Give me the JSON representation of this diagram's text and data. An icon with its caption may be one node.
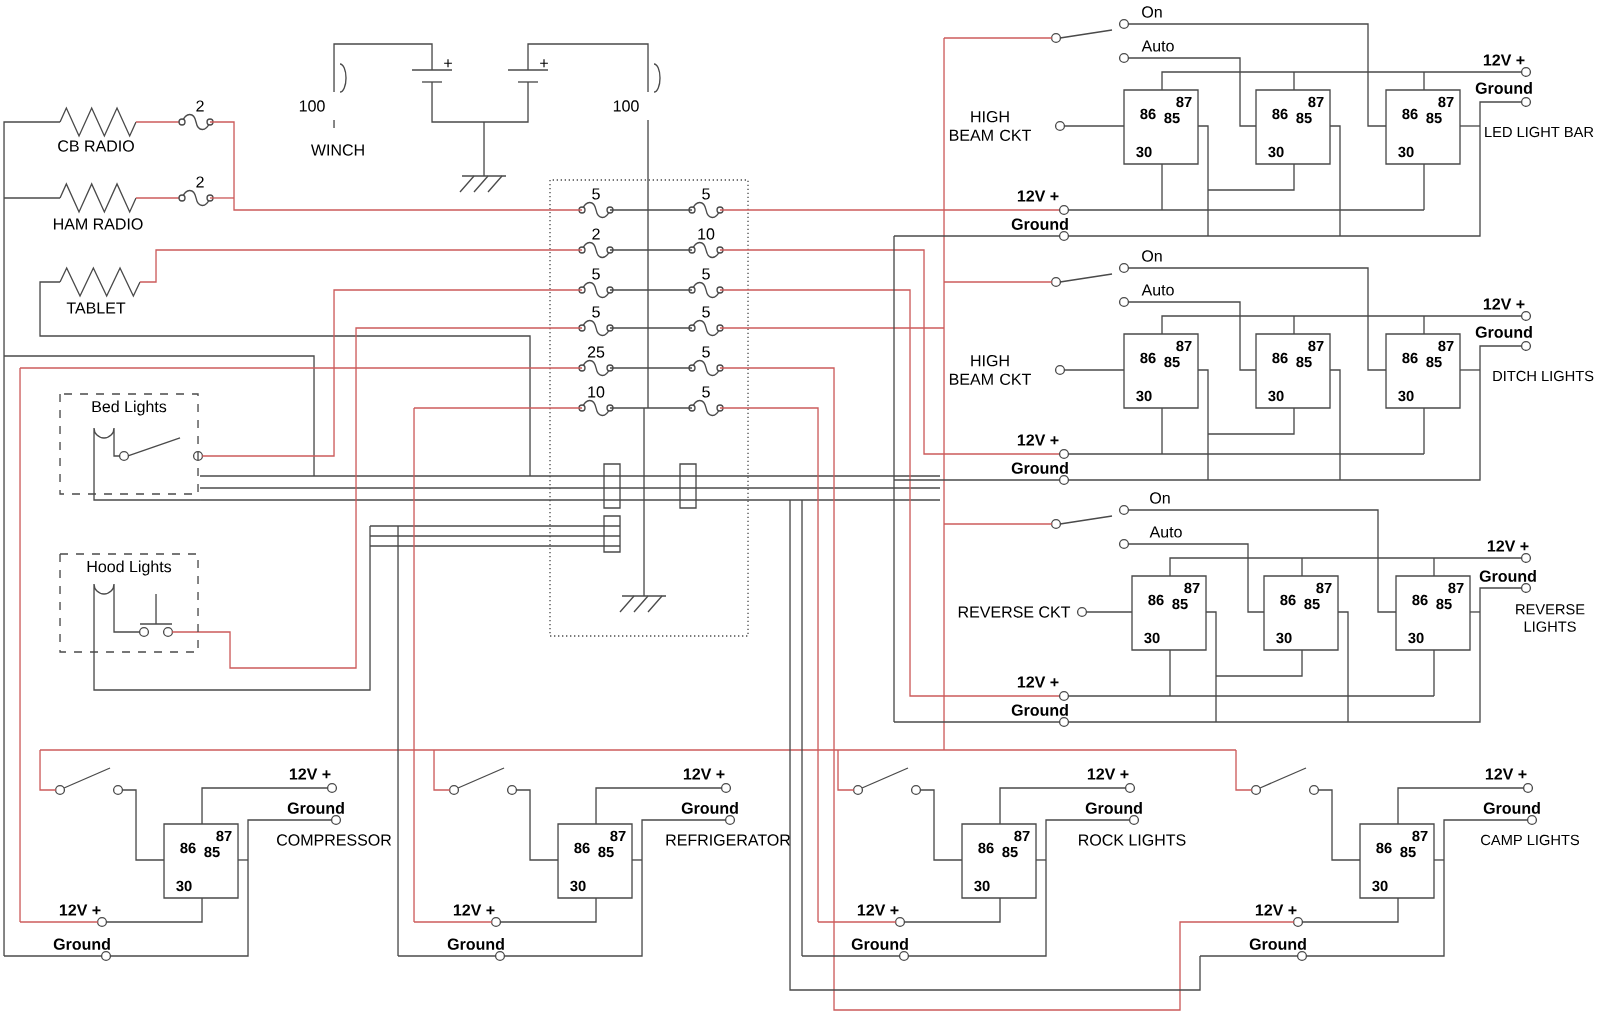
{
  "diagram": {
    "labels": [
      "On",
      "Auto",
      "+",
      "+",
      "12V +",
      "Ground",
      "2",
      "100",
      "100",
      "HIGH BEAM CKT",
      "LED LIGHT BAR",
      "CB RADIO",
      "WINCH",
      "2",
      "5",
      "5",
      "12V +",
      "HAM RADIO",
      "Ground",
      "2",
      "10",
      "On",
      "5",
      "5",
      "Auto",
      "TABLET",
      "12V +",
      "5",
      "5",
      "Ground",
      "25",
      "5",
      "DITCH LIGHTS",
      "HIGH BEAM CKT",
      "10",
      "5",
      "Bed Lights",
      "12V +",
      "Ground",
      "On",
      "Auto",
      "12V +",
      "Hood Lights",
      "Ground",
      "REVERSE CKT",
      "REVERSE LIGHTS",
      "12V +",
      "Ground",
      "12V +",
      "12V +",
      "12V +",
      "12V +",
      "Ground",
      "Ground",
      "Ground",
      "Ground",
      "COMPRESSOR",
      "REFRIGERATOR",
      "ROCK LIGHTS",
      "CAMP LIGHTS",
      "12V +",
      "12V +",
      "12V +",
      "12V +",
      "Ground",
      "Ground",
      "Ground",
      "Ground",
      "87",
      "86",
      "85",
      "30",
      "87",
      "86",
      "85",
      "30",
      "87",
      "86",
      "85",
      "30",
      "87",
      "86",
      "85",
      "30",
      "87",
      "86",
      "85",
      "30",
      "87",
      "86",
      "85",
      "30",
      "87",
      "86",
      "85",
      "30",
      "87",
      "86",
      "85",
      "30",
      "87",
      "86",
      "85",
      "30",
      "87",
      "86",
      "85",
      "30",
      "87",
      "86",
      "85",
      "30",
      "87",
      "86",
      "85",
      "30",
      "87",
      "86",
      "85",
      "30"
    ]
  }
}
